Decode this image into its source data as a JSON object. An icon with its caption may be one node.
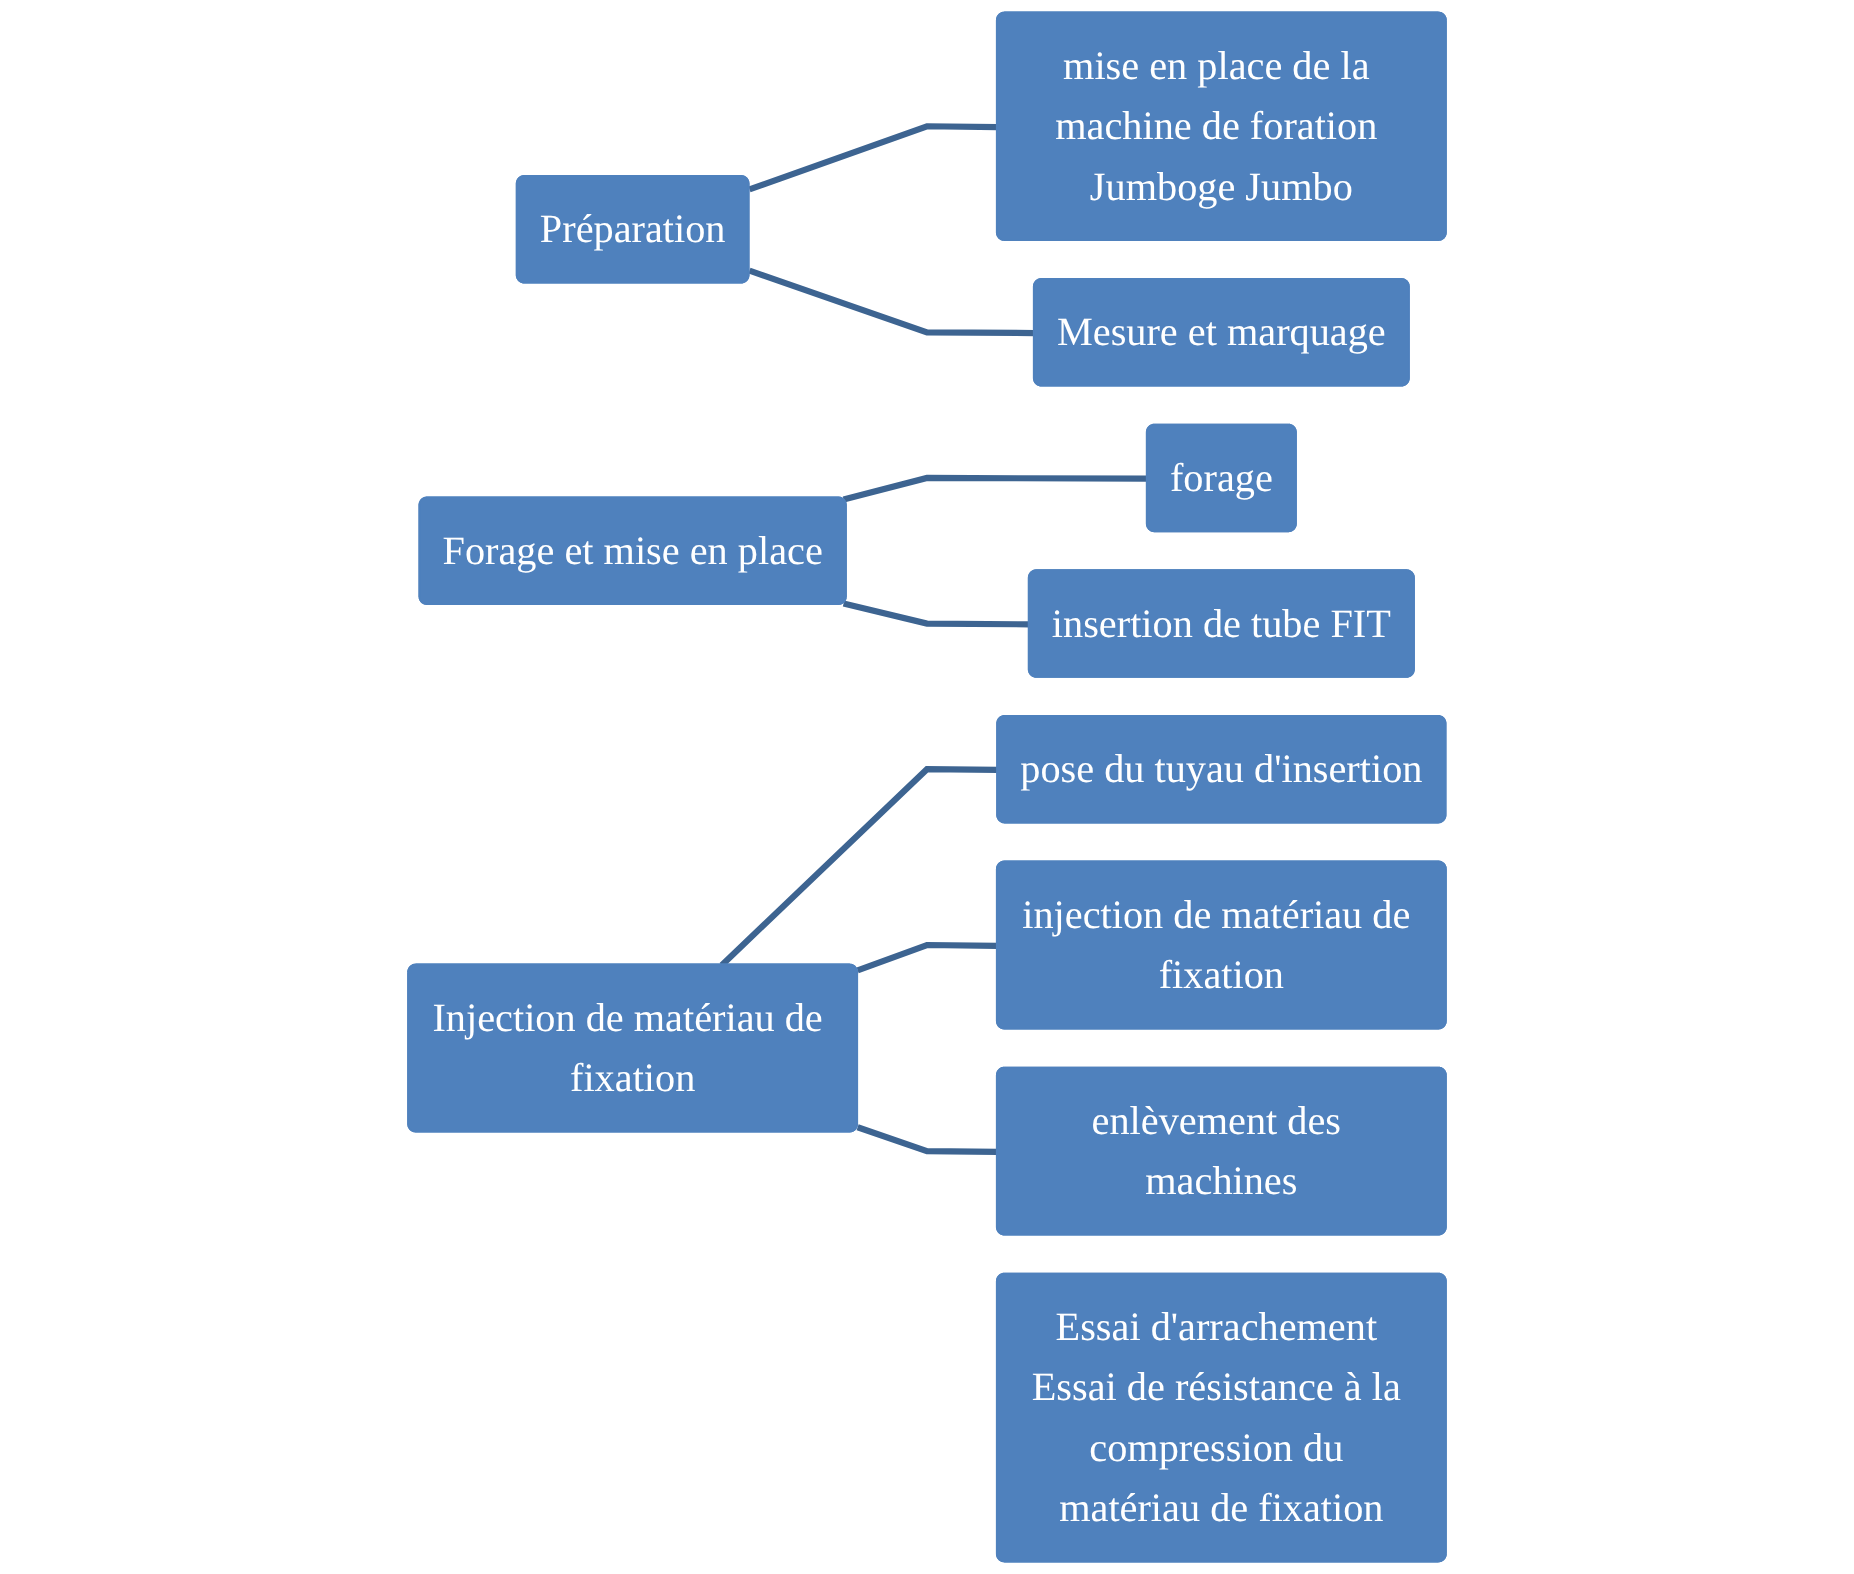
{
  "diagram": {
    "nodes": [
      {
        "text": [
          "Préparation"
        ]
      },
      {
        "text": [
          "mise en place de la machine de foration Jumboge Jumbo"
        ]
      },
      {
        "text": [
          "Mesure et marquage"
        ]
      },
      {
        "text": [
          "Forage et mise en place"
        ]
      },
      {
        "text": [
          "forage"
        ]
      },
      {
        "text": [
          "insertion de tube FIT"
        ]
      },
      {
        "text": [
          "Injection de matériau de fixation"
        ]
      },
      {
        "text": [
          "pose du tuyau d'insertion"
        ]
      },
      {
        "text": [
          "injection de matériau de fixation"
        ]
      },
      {
        "text": [
          "enlèvement des machines"
        ]
      },
      {
        "text": [
          "Essai d'arrachement Essai de résistance à la compression du matériau de fixation"
        ]
      }
    ],
    "edges": [
      {
        "from": 0,
        "to": 1,
        "arrow": "none"
      },
      {
        "from": 0,
        "to": 2,
        "arrow": "none"
      },
      {
        "from": 3,
        "to": 4,
        "arrow": "none"
      },
      {
        "from": 3,
        "to": 5,
        "arrow": "none"
      },
      {
        "from": 6,
        "to": 7,
        "arrow": "none"
      },
      {
        "from": 6,
        "to": 8,
        "arrow": "none"
      },
      {
        "from": 6,
        "to": 9,
        "arrow": "none"
      }
    ]
  }
}
